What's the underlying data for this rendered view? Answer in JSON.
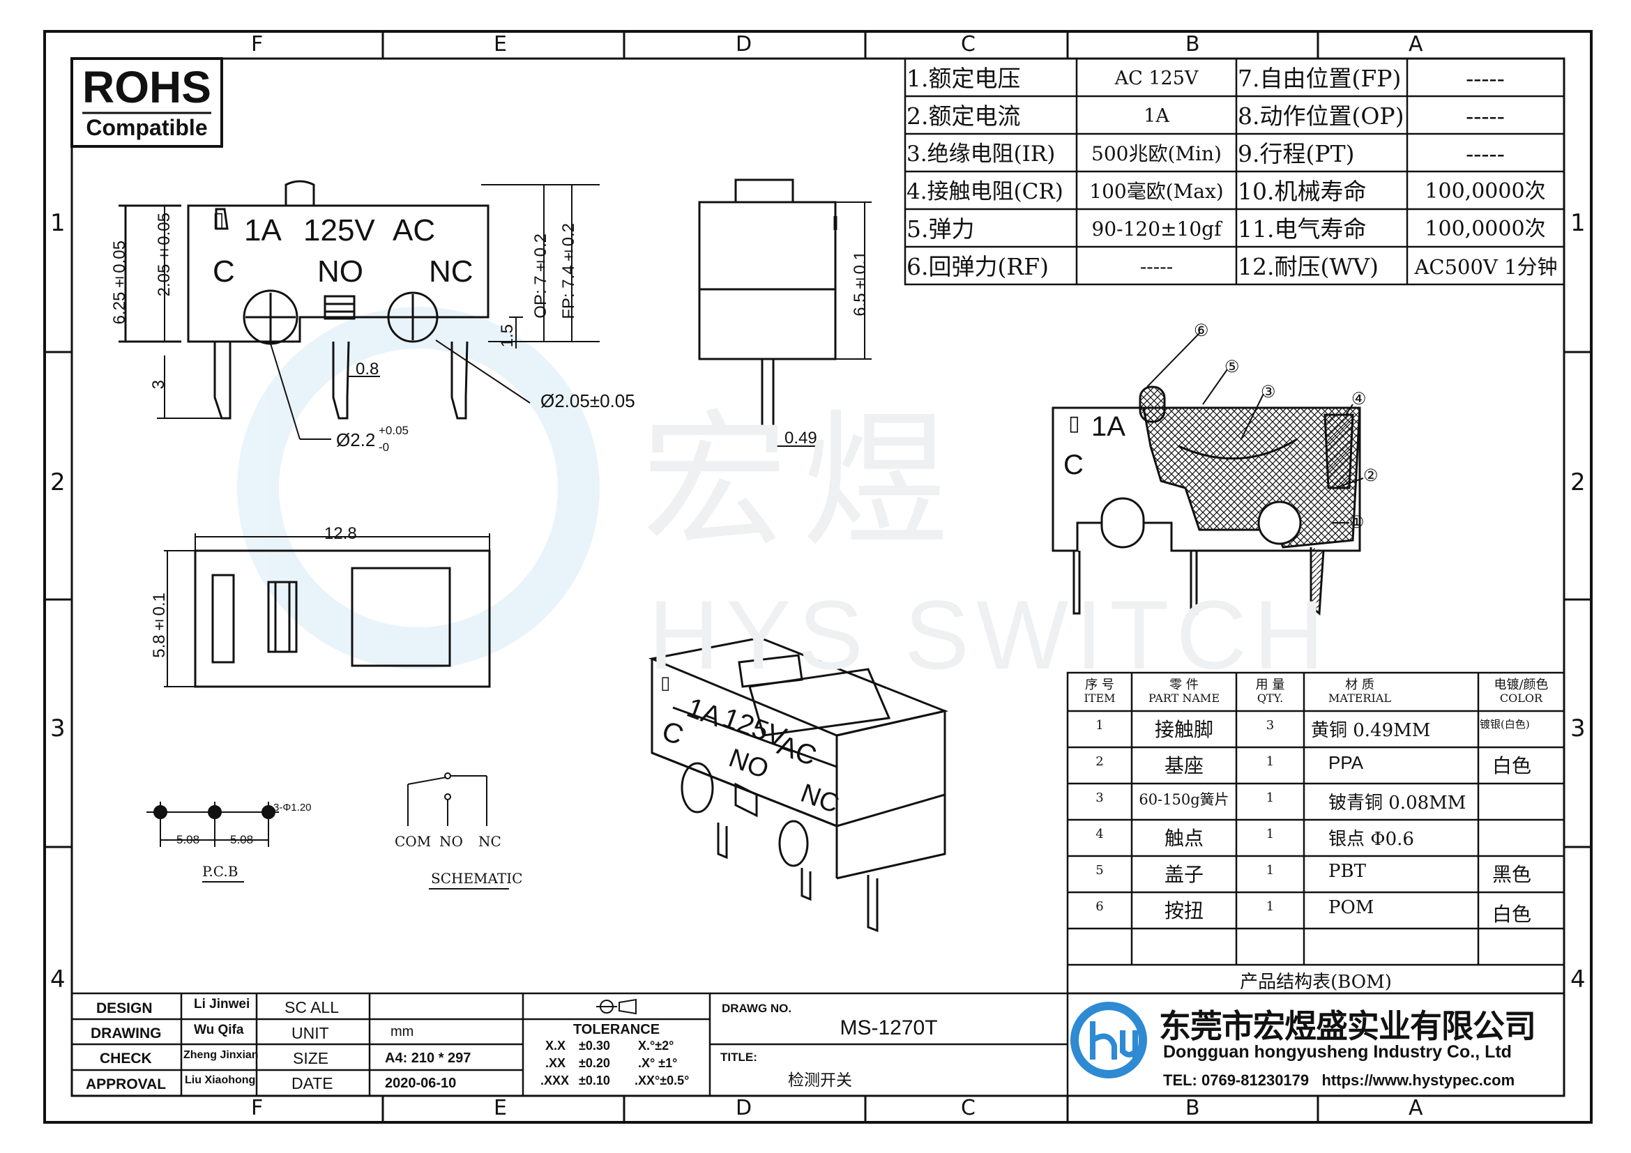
{
  "border": {
    "cols_top": [
      "F",
      "E",
      "D",
      "C",
      "B",
      "A"
    ],
    "rows": [
      "1",
      "2",
      "3",
      "4"
    ]
  },
  "rohs": {
    "title": "ROHS",
    "subtitle": "Compatible"
  },
  "watermark": {
    "cn": "宏煜",
    "en": "HYS SWITCH"
  },
  "specs": [
    {
      "label": "1.额定电压",
      "value": "AC 125V",
      "label2": "7.自由位置(FP)",
      "value2": "-----"
    },
    {
      "label": "2.额定电流",
      "value": "1A",
      "label2": "8.动作位置(OP)",
      "value2": "-----"
    },
    {
      "label": "3.绝缘电阻(IR)",
      "value": "500兆欧(Min)",
      "label2": "9.行程(PT)",
      "value2": "-----"
    },
    {
      "label": "4.接触电阻(CR)",
      "value": "100毫欧(Max)",
      "label2": "10.机械寿命",
      "value2": "100,0000次"
    },
    {
      "label": "5.弹力",
      "value": "90-120±10gf",
      "label2": "11.电气寿命",
      "value2": "100,0000次"
    },
    {
      "label": "6.回弹力(RF)",
      "value": "-----",
      "label2": "12.耐压(WV)",
      "value2": "AC500V 1分钟"
    }
  ],
  "front_view": {
    "marking": {
      "current": "1A",
      "voltage": "125V",
      "ac": "AC"
    },
    "terminals": {
      "c": "C",
      "no": "NO",
      "nc": "NC"
    },
    "dims": {
      "height": "6.25±0.05",
      "top": "2.05±0.05",
      "op": "OP: 7±0.2",
      "fp": "FP: 7.4±0.2",
      "pin_len": "3",
      "pin_w": "0.8",
      "step": "1.5",
      "hole_right": "Ø2.05±0.05",
      "hole_left": "Ø2.2",
      "hole_left_tol_up": "+0.05",
      "hole_left_tol_dn": "-0"
    }
  },
  "side_view": {
    "dims": {
      "height": "6.5±0.1",
      "pin": "0.49"
    }
  },
  "top_view": {
    "dims": {
      "width": "12.8",
      "depth": "5.8±0.1"
    }
  },
  "section_view": {
    "marking": {
      "current": "1A",
      "c": "C"
    },
    "callouts": [
      "①",
      "②",
      "③",
      "④",
      "⑤",
      "⑥"
    ]
  },
  "iso_view": {
    "marking": {
      "current": "1A",
      "voltage": "125V",
      "ac": "AC",
      "c": "C",
      "no": "NO",
      "nc": "NC"
    }
  },
  "pcb": {
    "hole": "3-Φ1.20",
    "pitch1": "5.08",
    "pitch2": "5.08",
    "label": "P.C.B"
  },
  "schematic": {
    "com": "COM",
    "no": "NO",
    "nc": "NC",
    "label": "SCHEMATIC"
  },
  "bom": {
    "headers": [
      {
        "cn": "序 号",
        "en": "ITEM"
      },
      {
        "cn": "零 件",
        "en": "PART NAME"
      },
      {
        "cn": "用 量",
        "en": "QTY."
      },
      {
        "cn": "材 质",
        "en": "MATERIAL"
      },
      {
        "cn": "电镀/颜色",
        "en": "COLOR"
      }
    ],
    "rows": [
      {
        "item": "1",
        "part": "接触脚",
        "qty": "3",
        "material": "黄铜 0.49MM",
        "color": "镀银(白色)"
      },
      {
        "item": "2",
        "part": "基座",
        "qty": "1",
        "material": "PPA",
        "color": "白色"
      },
      {
        "item": "3",
        "part": "60-150g簧片",
        "qty": "1",
        "material": "铍青铜 0.08MM",
        "color": ""
      },
      {
        "item": "4",
        "part": "触点",
        "qty": "1",
        "material": "银点 Φ0.6",
        "color": ""
      },
      {
        "item": "5",
        "part": "盖子",
        "qty": "1",
        "material": "PBT",
        "color": "黑色"
      },
      {
        "item": "6",
        "part": "按扭",
        "qty": "1",
        "material": "POM",
        "color": "白色"
      }
    ],
    "caption": "产品结构表(BOM)"
  },
  "title_block": {
    "design": "DESIGN",
    "design_name": "Li Jinwei",
    "drawing": "DRAWING",
    "drawing_name": "Wu Qifa",
    "check": "CHECK",
    "check_name": "Zheng Jinxian",
    "approval": "APPROVAL",
    "approval_name": "Liu Xiaohong",
    "scale_label": "SC ALL",
    "unit_label": "UNIT",
    "unit_value": "mm",
    "size_label": "SIZE",
    "size_value": "A4: 210 * 297",
    "date_label": "DATE",
    "date_value": "2020-06-10",
    "tolerance_label": "TOLERANCE",
    "tol_rows": [
      {
        "a": "X.X",
        "b": "±0.30",
        "c": "X.°±2°"
      },
      {
        "a": ".XX",
        "b": "±0.20",
        "c": ".X° ±1°"
      },
      {
        "a": ".XXX",
        "b": "±0.10",
        "c": ".XX°±0.5°"
      }
    ],
    "drawg_no_label": "DRAWG NO.",
    "drawg_no": "MS-1270T",
    "title_label": "TITLE:",
    "title": "检测开关"
  },
  "company": {
    "cn": "东莞市宏煜盛实业有限公司",
    "en": "Dongguan hongyusheng Industry Co., Ltd",
    "contact": "TEL: 0769-81230179   https://www.hystypec.com"
  }
}
